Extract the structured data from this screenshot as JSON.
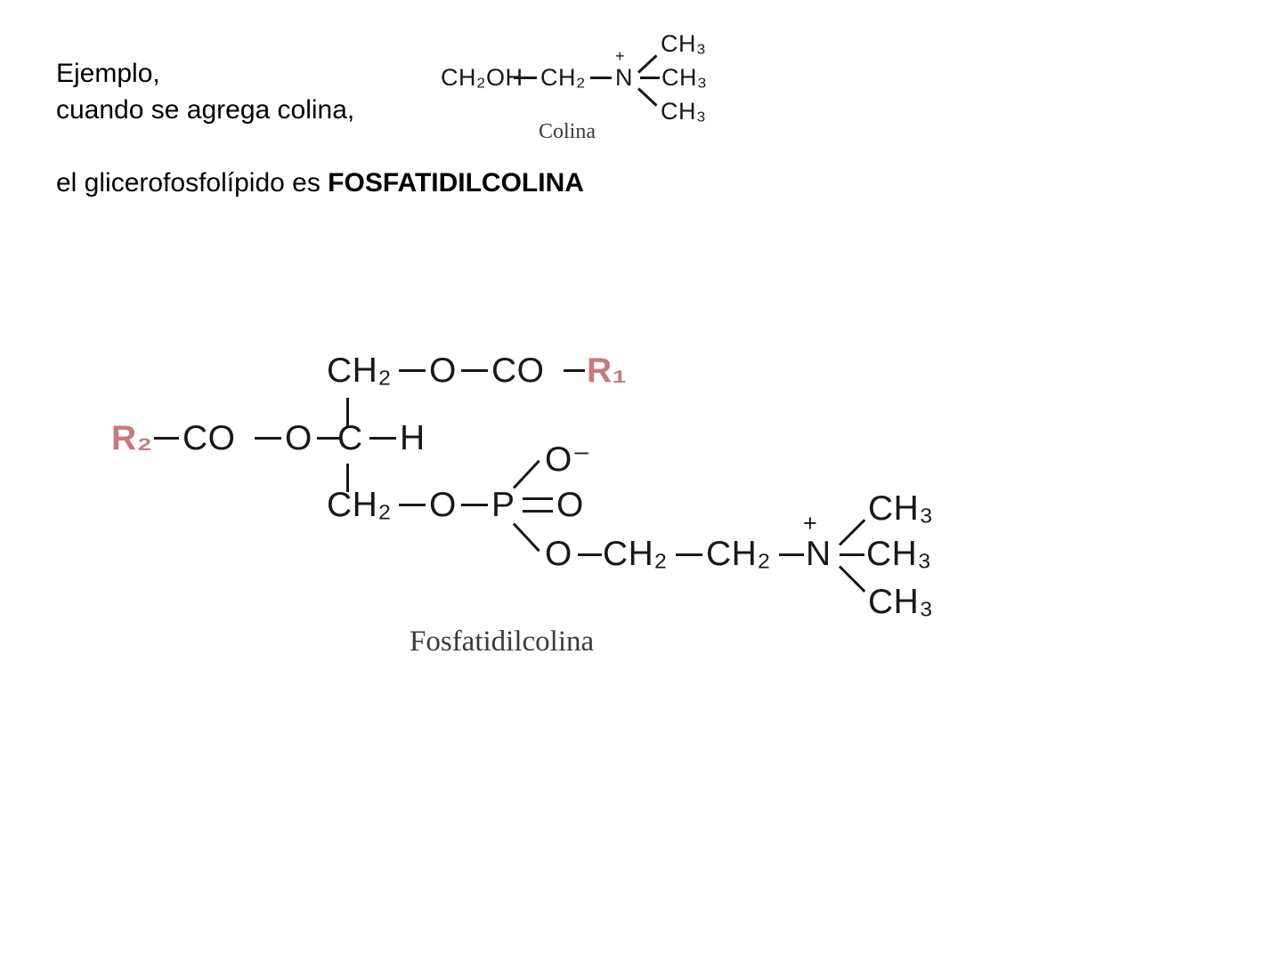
{
  "slide": {
    "text_lines": [
      "Ejemplo,",
      "cuando se agrega colina,"
    ],
    "conclusion_prefix": "el glicerofosfolípido es ",
    "conclusion_bold": "FOSFATIDILCOLINA"
  },
  "choline_diagram": {
    "caption": "Colina",
    "atoms": {
      "ch2oh": "CH₂OH",
      "ch2": "CH₂",
      "n": "N",
      "charge": "+",
      "ch3_top": "CH₃",
      "ch3_mid": "CH₃",
      "ch3_bot": "CH₃"
    }
  },
  "phosphatidylcholine_diagram": {
    "caption": "Fosfatidilcolina",
    "r_group_color": "#c77a7d",
    "atoms": {
      "top_ch2": "CH₂",
      "top_o": "O",
      "top_co": "CO",
      "r1": "R₁",
      "r2": "R₂",
      "left_co": "CO",
      "left_o": "O",
      "center_c": "C",
      "center_h": "H",
      "bot_ch2": "CH₂",
      "bot_o": "O",
      "p": "P",
      "p_double_o": "O",
      "o_minus": "O⁻",
      "ester_o": "O",
      "chain_ch2_a": "CH₂",
      "chain_ch2_b": "CH₂",
      "n": "N",
      "charge": "+",
      "ch3_top": "CH₃",
      "ch3_mid": "CH₃",
      "ch3_bot": "CH₃"
    }
  }
}
